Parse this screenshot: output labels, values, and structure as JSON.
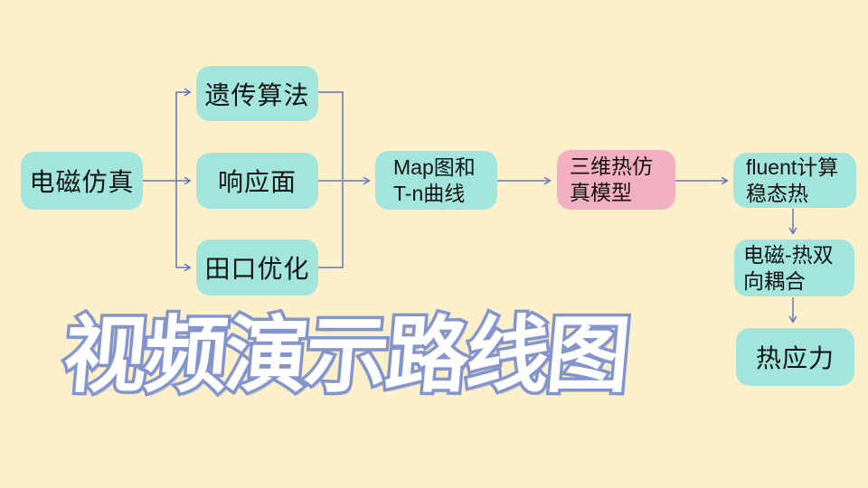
{
  "colors": {
    "background": "#FBF0C9",
    "node_teal": "#A2E5DC",
    "node_pink": "#F2B0C0",
    "arrow": "#6673BE",
    "title_outline": "#8495CD",
    "title_fill": "#FFFFFF",
    "node_text": "#141414"
  },
  "title": {
    "text": "视频演示路线图"
  },
  "nodes": {
    "em_sim": {
      "label": "电磁仿真"
    },
    "genetic": {
      "label": "遗传算法"
    },
    "response": {
      "label": "响应面"
    },
    "taguchi": {
      "label": "田口优化"
    },
    "map": {
      "line1": "Map图和",
      "line2": "T-n曲线"
    },
    "thermal": {
      "line1": "三维热仿",
      "line2": "真模型"
    },
    "fluent": {
      "line1": "fluent计算",
      "line2": "稳态热"
    },
    "coupling": {
      "line1": "电磁-热双",
      "line2": "向耦合"
    },
    "stress": {
      "label": "热应力"
    }
  }
}
